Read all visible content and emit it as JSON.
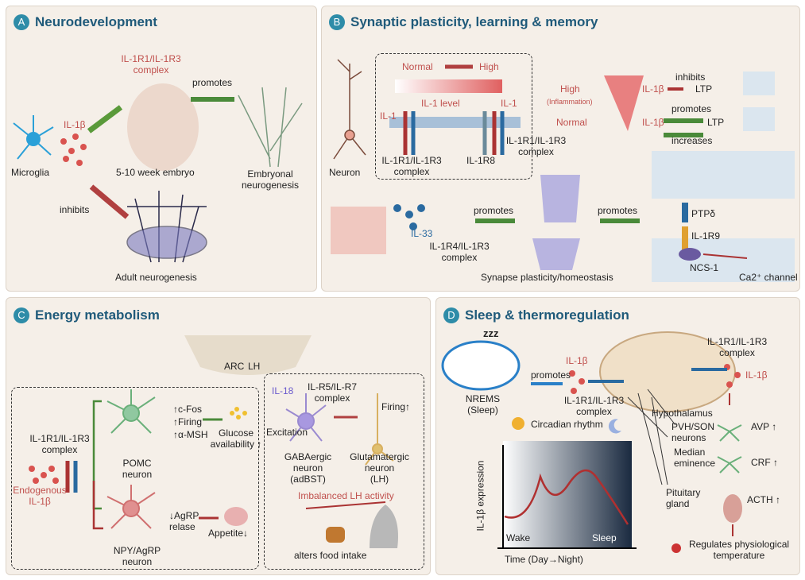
{
  "colors": {
    "panel_bg": "#f5efe8",
    "title": "#1f5a7a",
    "badge": "#2e8ca8",
    "il1": "#c0504d",
    "promote": "#4a8a3a",
    "inhibit": "#a83a3a"
  },
  "panelA": {
    "badge": "A",
    "title": "Neurodevelopment",
    "complex": "IL-1R1/IL-1R3\ncomplex",
    "promotes": "promotes",
    "il1b": "IL-1β",
    "microglia": "Microglia",
    "embryo": "5-10 week embryo",
    "embryonal": "Embryonal\nneurogenesis",
    "inhibits": "inhibits",
    "adult": "Adult neurogenesis"
  },
  "panelB": {
    "badge": "B",
    "title": "Synaptic plasticity, learning & memory",
    "normal": "Normal",
    "high": "High",
    "level": "IL-1 level",
    "il1_a": "IL-1",
    "il1_b": "IL-1",
    "complex_a": "IL-1R1/IL-1R3\ncomplex",
    "complex_b": "IL-1R1/IL-1R3\ncomplex",
    "r8": "IL-1R8",
    "neuron": "Neuron",
    "high2": "High",
    "inflammation": "(Inflammation)",
    "normal2": "Normal",
    "il1b_a": "IL-1β",
    "inhibits": "inhibits",
    "ltp_a": "LTP",
    "il1b_b": "IL-1β",
    "promotes_a": "promotes",
    "ltp_b": "LTP",
    "increases": "increases",
    "il33": "IL-33",
    "promotes_b": "promotes",
    "r4": "IL-1R4/IL-1R3\ncomplex",
    "promotes_c": "promotes",
    "ptp": "PTPδ",
    "r9": "IL-1R9",
    "ncs": "NCS-1",
    "ca": "Ca2⁺ channel",
    "synapse": "Synapse plasticity/homeostasis"
  },
  "panelC": {
    "badge": "C",
    "title": "Energy metabolism",
    "arc": "ARC",
    "lh": "LH",
    "cfos": "↑c-Fos",
    "firing": "↑Firing",
    "amsh": "↑α-MSH",
    "glucose": "Glucose\navailability ↑",
    "complex": "IL-1R1/IL-1R3\ncomplex",
    "pomc": "POMC\nneuron",
    "endogenous": "Endogenous\nIL-1β",
    "npy": "NPY/AgRP\nneuron",
    "agrp": "↓AgRP\nrelase",
    "appetite": "Appetite↓",
    "il18": "IL-18",
    "r57": "IL-R5/IL-R7\ncomplex",
    "firing2": "Firing↑",
    "excitation": "Excitation",
    "gaba": "GABAergic\nneuron\n(adBST)",
    "glut": "Glutamatergic\nneuron\n(LH)",
    "imbalanced": "Imbalanced LH activity",
    "food": "alters food intake"
  },
  "panelD": {
    "badge": "D",
    "title": "Sleep & thermoregulation",
    "zzz": "zzz",
    "promotes": "promotes",
    "il1b_a": "IL-1β",
    "nrems": "NREMS\n(Sleep)",
    "complex_a": "IL-1R1/IL-1R3\ncomplex",
    "complex_b": "IL-1R1/IL-1R3\ncomplex",
    "il1b_b": "IL-1β",
    "hypothalamus": "Hypothalamus",
    "pvh": "PVH/SON\nneurons",
    "avp": "AVP ↑",
    "median": "Median\neminence",
    "crf": "CRF ↑",
    "pituitary": "Pituitary\ngland",
    "acth": "ACTH ↑",
    "circadian": "Circadian rhythm",
    "ylabel": "IL-1β expression",
    "wake": "Wake",
    "sleep": "Sleep",
    "xlabel": "Time (Day→Night)",
    "regulates": "Regulates physiological\ntemperature"
  }
}
